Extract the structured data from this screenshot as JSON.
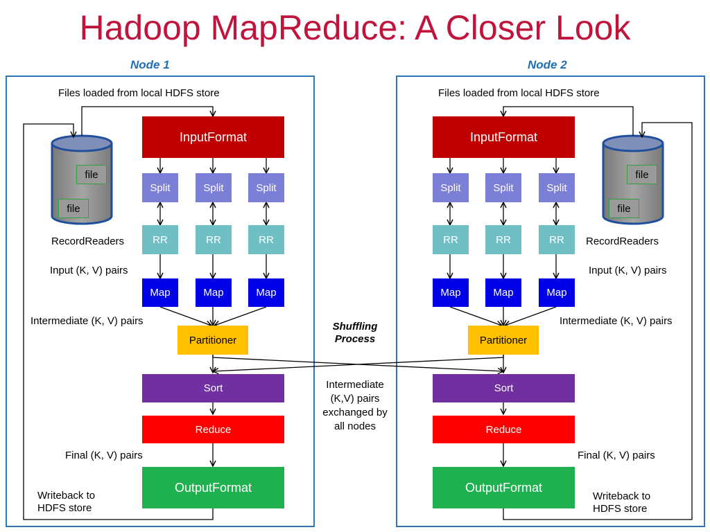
{
  "title": "Hadoop MapReduce: A Closer Look",
  "nodes": [
    {
      "label": "Node 1"
    },
    {
      "label": "Node 2"
    }
  ],
  "labels": {
    "files_loaded": "Files loaded from local HDFS store",
    "record_readers": "RecordReaders",
    "input_pairs": "Input (K, V) pairs",
    "intermediate_pairs": "Intermediate (K, V) pairs",
    "final_pairs": "Final (K, V) pairs",
    "writeback_line1": "Writeback to",
    "writeback_line2": "HDFS store",
    "shuffling_line1": "Shuffling",
    "shuffling_line2": "Process",
    "exchange_line1": "Intermediate",
    "exchange_line2": "(K,V) pairs",
    "exchange_line3": "exchanged by",
    "exchange_line4": "all nodes"
  },
  "stages": {
    "input_format": "InputFormat",
    "split": "Split",
    "rr": "RR",
    "map": "Map",
    "partitioner": "Partitioner",
    "sort": "Sort",
    "reduce": "Reduce",
    "output_format": "OutputFormat"
  },
  "file_label": "file",
  "colors": {
    "title": "#c0143c",
    "node_label": "#1f6fb8",
    "frame": "#2e75b6",
    "input_format": "#c00000",
    "split": "#7b7fd6",
    "rr": "#6fbfc4",
    "map": "#0000e6",
    "partitioner": "#ffc000",
    "sort": "#7030a0",
    "reduce": "#ff0000",
    "output_format": "#1fb04f"
  }
}
